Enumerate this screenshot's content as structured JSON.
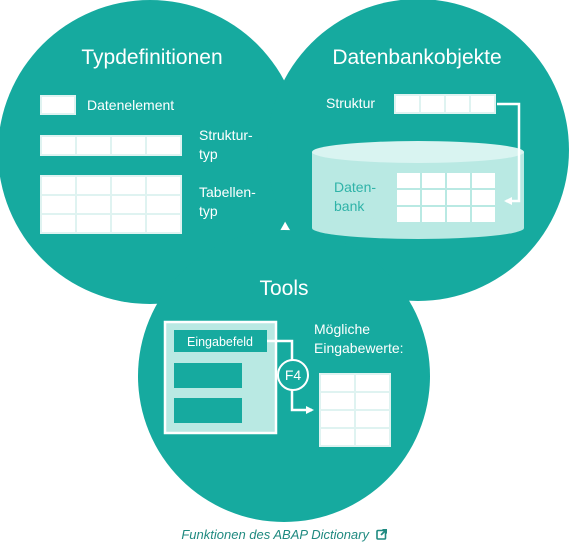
{
  "colors": {
    "circle": "#16aa9f",
    "cell": "#ffffff",
    "cell_border": "#dff3f1",
    "db_body": "#b9e9e3",
    "db_top": "#d9f4f1",
    "db_label": "#2fb3a8",
    "tools_panel": "#b9e9e3",
    "tools_field": "#16aa9f",
    "text": "#ffffff",
    "caption": "#1f8a80"
  },
  "types": {
    "title": "Typdefinitionen",
    "data_element": "Datenelement",
    "structure_type_line1": "Struktur-",
    "structure_type_line2": "typ",
    "table_type_line1": "Tabellen-",
    "table_type_line2": "typ"
  },
  "db": {
    "title": "Datenbankobjekte",
    "structure": "Struktur",
    "database_line1": "Daten-",
    "database_line2": "bank"
  },
  "tools": {
    "title": "Tools",
    "input_field": "Eingabefeld",
    "key": "F4",
    "values_line1": "Mögliche",
    "values_line2": "Eingabewerte:"
  },
  "caption": {
    "text": "Funktionen des ABAP Dictionary",
    "icon": "external-link-icon"
  }
}
